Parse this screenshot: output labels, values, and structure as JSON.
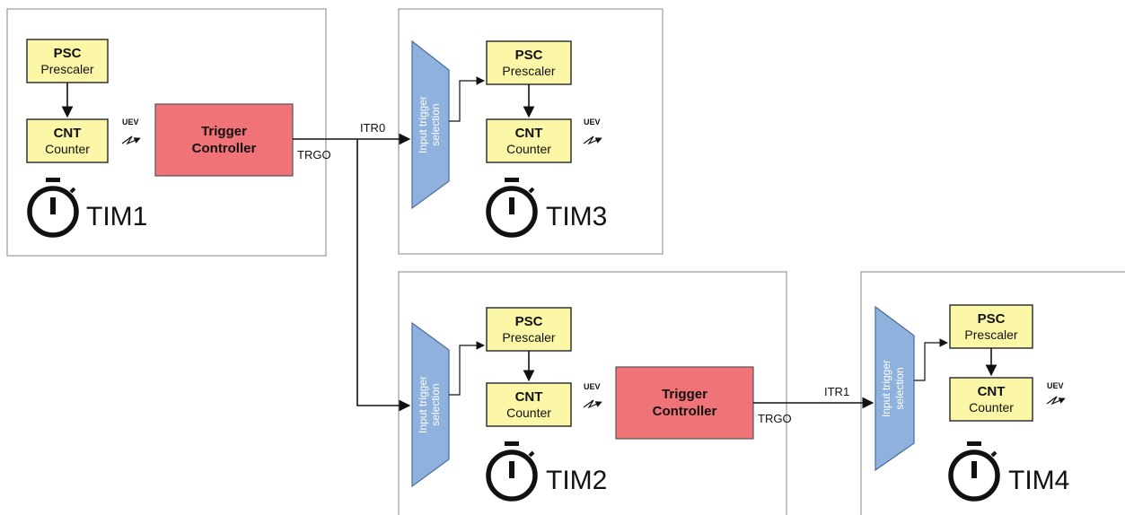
{
  "timers": {
    "tim1": {
      "name": "TIM1"
    },
    "tim3": {
      "name": "TIM3"
    },
    "tim2": {
      "name": "TIM2"
    },
    "tim4": {
      "name": "TIM4"
    }
  },
  "blocks": {
    "psc_title": "PSC",
    "psc_sub": "Prescaler",
    "cnt_title": "CNT",
    "cnt_sub": "Counter",
    "uev": "UEV",
    "trigger_line1": "Trigger",
    "trigger_line2": "Controller",
    "mux_line1": "Input trigger",
    "mux_line2": "selection"
  },
  "signals": {
    "trgo": "TRGO",
    "itr0": "ITR0",
    "itr1": "ITR1"
  },
  "colors": {
    "psc_cnt_fill": "#fbf7a6",
    "trigger_fill": "#f07477",
    "mux_fill": "#8fb1dd"
  }
}
